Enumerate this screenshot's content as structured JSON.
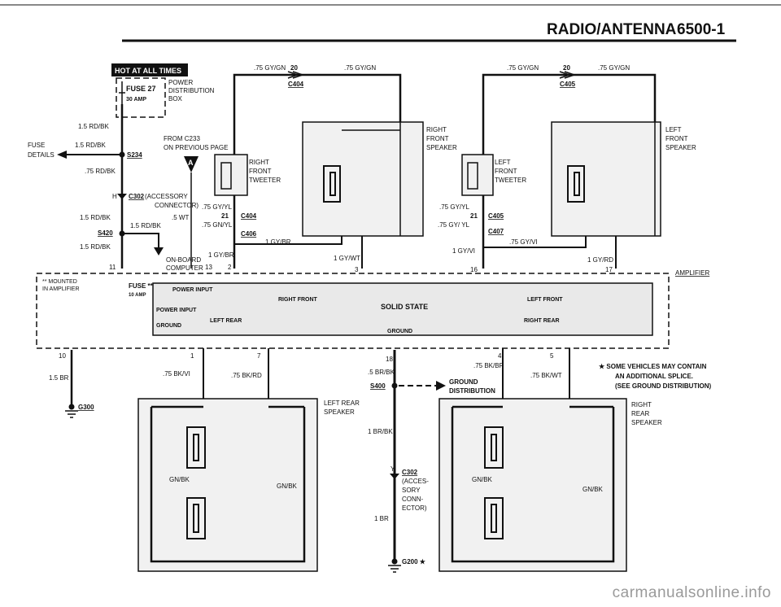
{
  "header": {
    "title": "RADIO/ANTENNA",
    "page": "6500-1"
  },
  "hot_badge": "HOT AT ALL TIMES",
  "fuse_box": {
    "fuse": "FUSE 27",
    "amp": "30 AMP",
    "power_1": "POWER",
    "power_2": "DISTRIBUTION",
    "power_3": "BOX"
  },
  "wires": {
    "gy_gn": ".75 GY/GN",
    "rd_bk_15": "1.5 RD/BK",
    "rd_bk_075": ".75 RD/BK",
    "gy_yl": ".75 GY/YL",
    "gn_yl": ".75 GN/YL",
    "gy_yl_2": ".75 GY/ YL",
    "gy_vi": ".75 GY/VI",
    "gy_br": "1 GY/BR",
    "gy_br_2": "1 GY/BR",
    "gy_wt": "1 GY/WT",
    "gy_vi_1": "1 GY/VI",
    "gy_rd": "1 GY/RD",
    "wt": ".5 WT",
    "br_15": "1.5 BR",
    "bk_vi": ".75 BK/VI",
    "bk_rd": ".75 BK/RD",
    "br_bk_05": ".5 BR/BK",
    "bk_br": ".75 BK/BR",
    "bk_wt": ".75 BK/WT",
    "br_bk_1": "1 BR/BK",
    "br_1": "1 BR",
    "gn_bk": "GN/BK",
    "gn_bk_2": "GN/BK",
    "gn_bk_3": "GN/BK",
    "gn_bk_4": "GN/BK"
  },
  "connectors": {
    "c404": "C404",
    "c405": "C405",
    "c404b": "C404",
    "c405b": "C405",
    "c406": "C406",
    "c407": "C407",
    "c302": "C302",
    "c302b": "C302",
    "s234": "S234",
    "s420": "S420",
    "s400": "S400",
    "g300": "G300",
    "g200": "G200 ★",
    "pin_20": "20",
    "pin_20b": "20",
    "pin_21": "21",
    "pin_21b": "21"
  },
  "labels": {
    "fuse_details_1": "FUSE",
    "fuse_details_2": "DETAILS",
    "from_c233_1": "FROM C233",
    "from_c233_2": "ON PREVIOUS PAGE",
    "marker_a": "A",
    "acc_conn_1": "(ACCESSORY",
    "acc_conn_2": "CONNECTOR)",
    "acc_h": "H",
    "onboard_1": "ON-BOARD",
    "onboard_2": "COMPUTER",
    "mounted_1": "** MOUNTED",
    "mounted_2": "IN AMPLIFIER",
    "fuse_amp_1": "FUSE **",
    "fuse_amp_2": "10 AMP",
    "amplifier": "AMPLIFIER",
    "acc2_y": "Y",
    "acc2_1": "(ACCES-",
    "acc2_2": "SORY",
    "acc2_3": "CONN-",
    "acc2_4": "ECTOR)",
    "ground_dist_1": "GROUND",
    "ground_dist_2": "DISTRIBUTION",
    "note_1": "★ SOME VEHICLES MAY CONTAIN",
    "note_2": "AN ADDITIONAL SPLICE.",
    "note_3": "(SEE GROUND DISTRIBUTION)"
  },
  "pins": {
    "p11": "11",
    "p13": "13",
    "p2": "2",
    "p3": "3",
    "p16": "16",
    "p17": "17",
    "p10": "10",
    "p1": "1",
    "p7": "7",
    "p18": "18",
    "p4": "4",
    "p5": "5"
  },
  "amplifier_internal": {
    "power_input": "POWER INPUT",
    "power_input_2": "POWER INPUT",
    "ground": "GROUND",
    "right_front": "RIGHT FRONT",
    "left_front": "LEFT FRONT",
    "solid_state": "SOLID STATE",
    "left_rear": "LEFT REAR",
    "right_rear": "RIGHT REAR",
    "ground_2": "GROUND"
  },
  "speakers": {
    "rf_tweeter": [
      "RIGHT",
      "FRONT",
      "TWEETER"
    ],
    "rf_speaker": [
      "RIGHT",
      "FRONT",
      "SPEAKER"
    ],
    "lf_tweeter": [
      "LEFT",
      "FRONT",
      "TWEETER"
    ],
    "lf_speaker": [
      "LEFT",
      "FRONT",
      "SPEAKER"
    ],
    "lr_speaker": [
      "LEFT REAR",
      "SPEAKER"
    ],
    "rr_speaker": [
      "RIGHT",
      "REAR",
      "SPEAKER"
    ]
  },
  "watermark": "carmanualsonline.info"
}
